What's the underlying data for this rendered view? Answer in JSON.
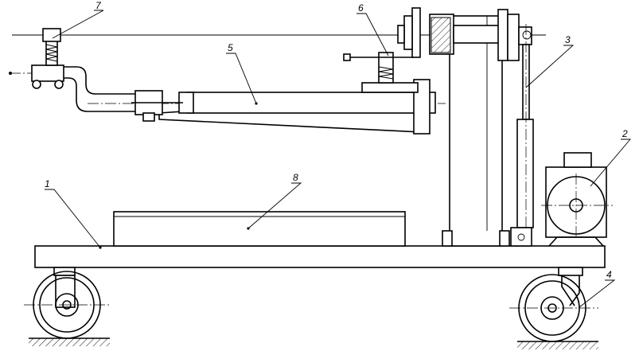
{
  "diagram": {
    "type": "engineering-drawing",
    "callouts": [
      {
        "id": "callout-1",
        "text": "1"
      },
      {
        "id": "callout-2",
        "text": "2"
      },
      {
        "id": "callout-3",
        "text": "3"
      },
      {
        "id": "callout-4",
        "text": "4"
      },
      {
        "id": "callout-5",
        "text": "5"
      },
      {
        "id": "callout-6",
        "text": "6"
      },
      {
        "id": "callout-7",
        "text": "7"
      },
      {
        "id": "callout-8",
        "text": "8"
      }
    ],
    "line_color": "#000000",
    "background": "#ffffff"
  }
}
